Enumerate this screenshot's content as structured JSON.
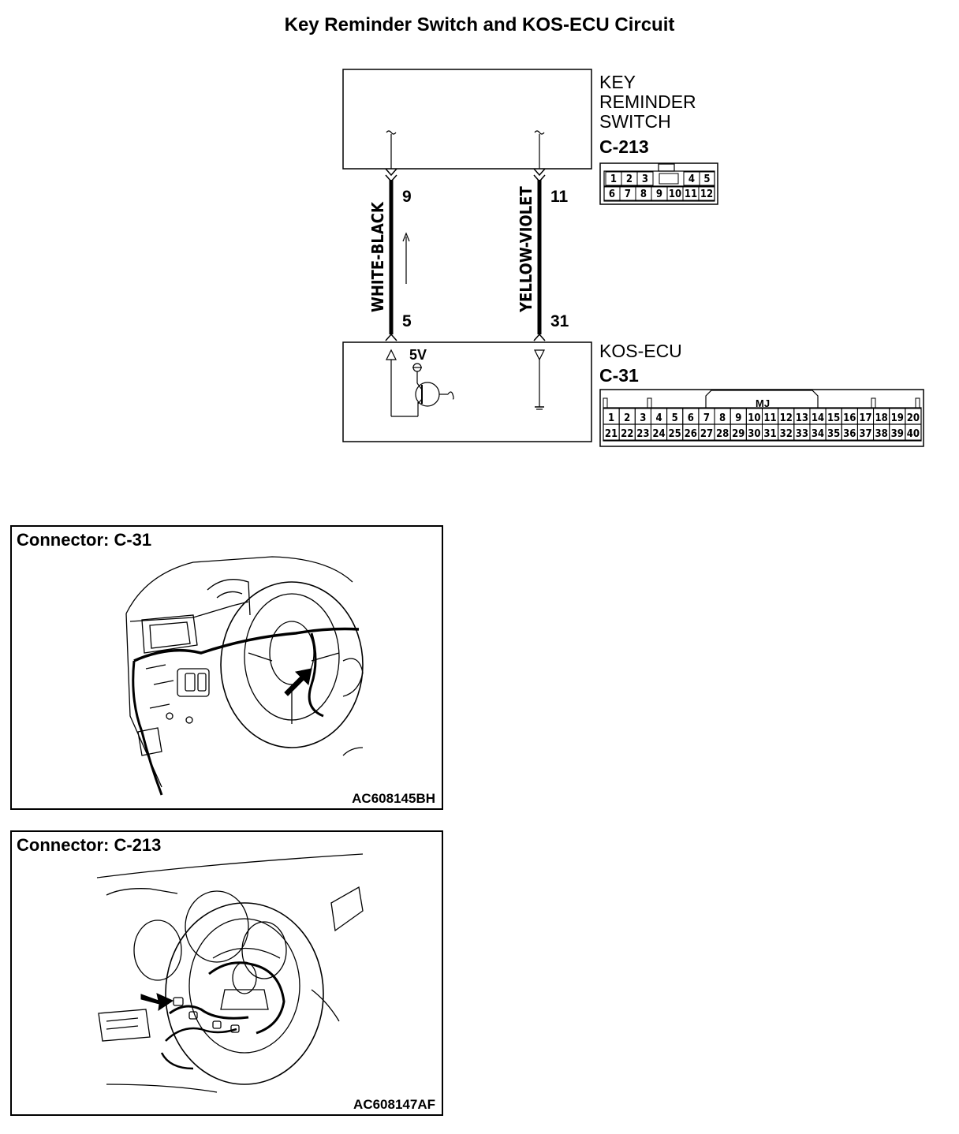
{
  "title": "Key Reminder Switch and KOS-ECU Circuit",
  "switch": {
    "name_lines": [
      "KEY",
      "REMINDER",
      "SWITCH"
    ],
    "connector": "C-213",
    "pins_top": [
      "1",
      "2",
      "3",
      "",
      "4",
      "5"
    ],
    "pins_bottom": [
      "6",
      "7",
      "8",
      "9",
      "10",
      "11",
      "12"
    ]
  },
  "ecu": {
    "name": "KOS-ECU",
    "connector": "C-31",
    "key_label": "MJ",
    "pins_top": [
      "1",
      "2",
      "3",
      "4",
      "5",
      "6",
      "7",
      "8",
      "9",
      "10",
      "11",
      "12",
      "13",
      "14",
      "15",
      "16",
      "17",
      "18",
      "19",
      "20"
    ],
    "pins_bottom": [
      "21",
      "22",
      "23",
      "24",
      "25",
      "26",
      "27",
      "28",
      "29",
      "30",
      "31",
      "32",
      "33",
      "34",
      "35",
      "36",
      "37",
      "38",
      "39",
      "40"
    ],
    "voltage": "5V"
  },
  "wires": [
    {
      "color": "WHITE-BLACK",
      "switch_pin": "9",
      "ecu_pin": "5"
    },
    {
      "color": "YELLOW-VIOLET",
      "switch_pin": "11",
      "ecu_pin": "31"
    }
  ],
  "panels": [
    {
      "title": "Connector: C-31",
      "code": "AC608145BH"
    },
    {
      "title": "Connector: C-213",
      "code": "AC608147AF"
    }
  ]
}
